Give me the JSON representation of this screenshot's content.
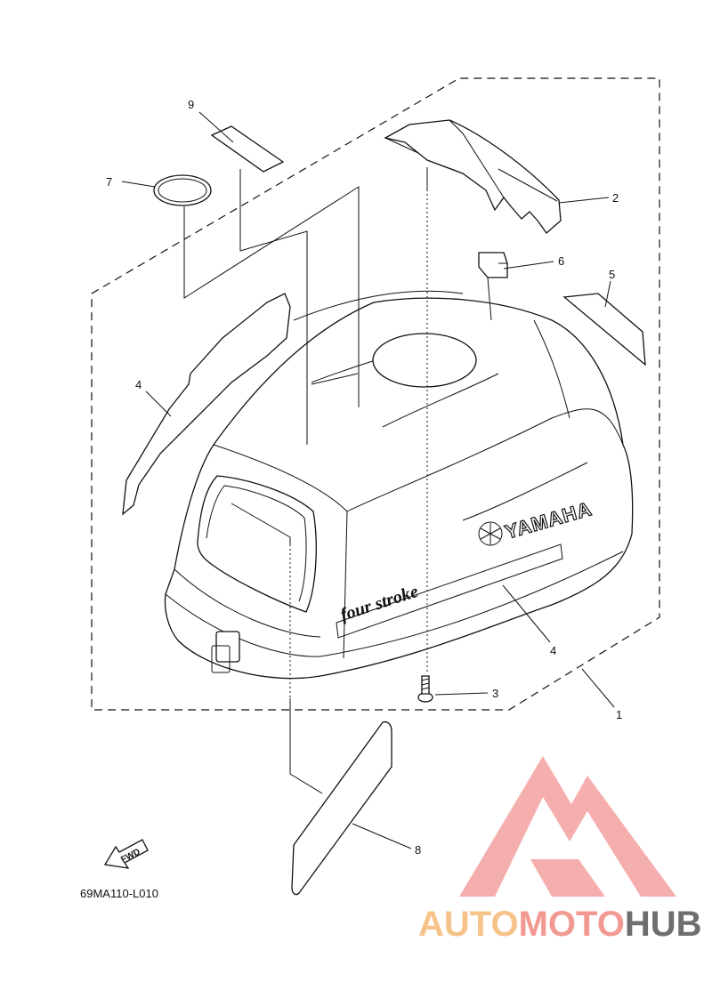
{
  "parts": {
    "p1": "1",
    "p2": "2",
    "p3": "3",
    "p4a": "4",
    "p4b": "4",
    "p5": "5",
    "p6": "6",
    "p7": "7",
    "p8": "8",
    "p9": "9"
  },
  "cover_text": {
    "brand": "YAMAHA",
    "model": "four stroke"
  },
  "fwd_label": "FWD",
  "diagram_code": "69MA110-L010",
  "watermark": {
    "part1": "AUTO",
    "part2": "MOTO",
    "part3": "HUB",
    "colors": {
      "auto": "#f6c48a",
      "moto": "#f29a92",
      "hub": "#6e6e6e",
      "logo": "#f4a0a0"
    }
  }
}
